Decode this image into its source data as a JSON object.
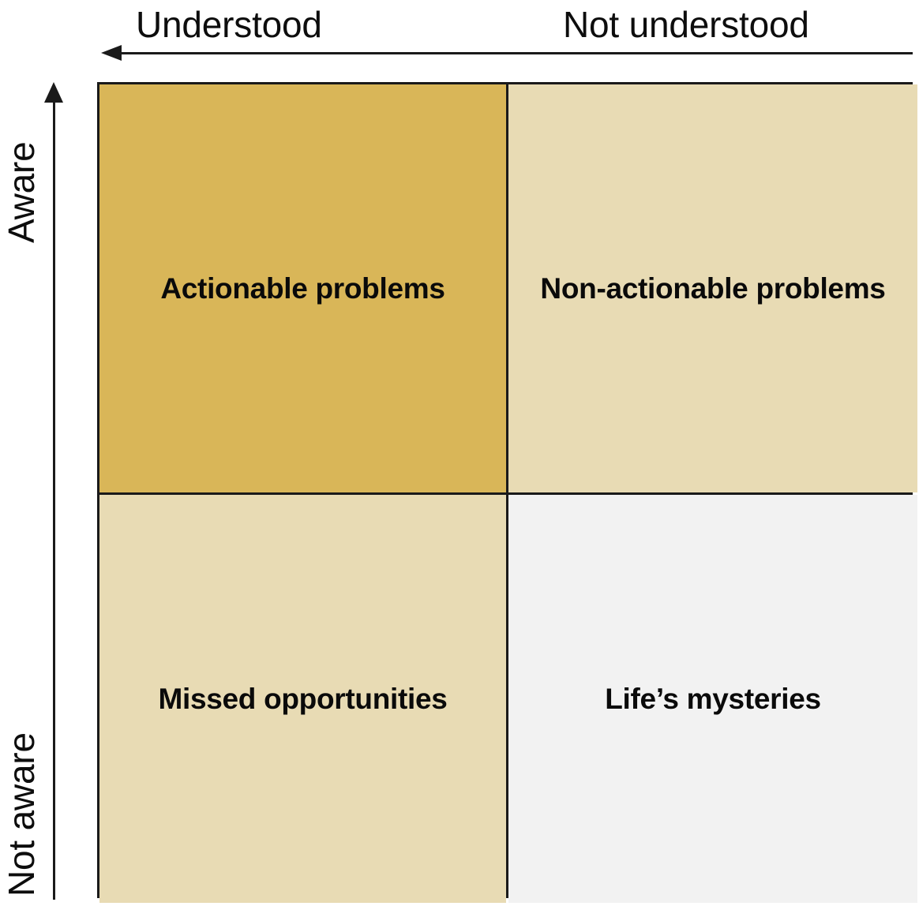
{
  "diagram": {
    "type": "2x2-matrix",
    "title": "",
    "axes": {
      "horizontal": {
        "name": "understanding-axis",
        "direction": "arrow-left",
        "left_label": "Understood",
        "right_label": "Not understood"
      },
      "vertical": {
        "name": "awareness-axis",
        "direction": "arrow-up",
        "top_label": "Aware",
        "bottom_label": "Not aware"
      }
    },
    "quadrants": [
      {
        "id": "top-left",
        "label": "Actionable problems",
        "lines": [
          "Actionable",
          "problems"
        ],
        "fill": "#d9b658",
        "awareness": "Aware",
        "understanding": "Understood"
      },
      {
        "id": "top-right",
        "label": "Non-actionable problems",
        "lines": [
          "Non-actionable",
          "problems"
        ],
        "fill": "#e8dbb4",
        "awareness": "Aware",
        "understanding": "Not understood"
      },
      {
        "id": "bottom-left",
        "label": "Missed opportunities",
        "lines": [
          "Missed",
          "opportunities"
        ],
        "fill": "#e8dbb4",
        "awareness": "Not aware",
        "understanding": "Understood"
      },
      {
        "id": "bottom-right",
        "label": "Life’s mysteries",
        "lines": [
          "Life’s mysteries"
        ],
        "fill": "#f2f2f2",
        "awareness": "Not aware",
        "understanding": "Not understood"
      }
    ],
    "colors": {
      "border": "#1a1a1a",
      "text": "#0a0a0a",
      "axis_text": "#0d0d0d",
      "background": "#ffffff",
      "gold": "#d9b658",
      "cream": "#e8dbb4",
      "gray": "#f2f2f2"
    }
  }
}
